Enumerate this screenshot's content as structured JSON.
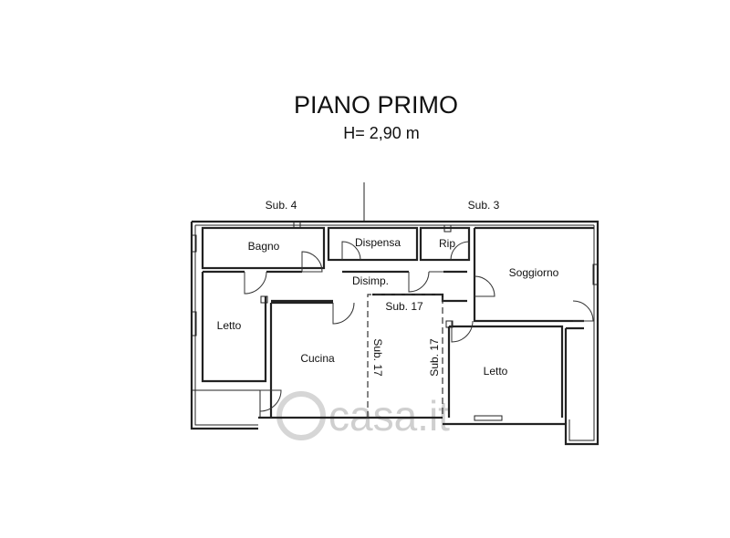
{
  "title": "PIANO PRIMO",
  "height_note": "H= 2,90 m",
  "neighbors": {
    "left": "Sub. 4",
    "right": "Sub. 3"
  },
  "rooms": {
    "bagno": "Bagno",
    "dispensa": "Dispensa",
    "rip": "Rip",
    "soggiorno": "Soggiorno",
    "disimp": "Disimp.",
    "letto_left": "Letto",
    "cucina": "Cucina",
    "letto_right": "Letto"
  },
  "sub17": {
    "top": "Sub. 17",
    "left_vertical": "Sub. 17",
    "right_vertical": "Sub. 17"
  },
  "watermark": "casa.it",
  "colors": {
    "ink": "#222222",
    "watermark": "#cfcfcf",
    "background": "#ffffff"
  }
}
